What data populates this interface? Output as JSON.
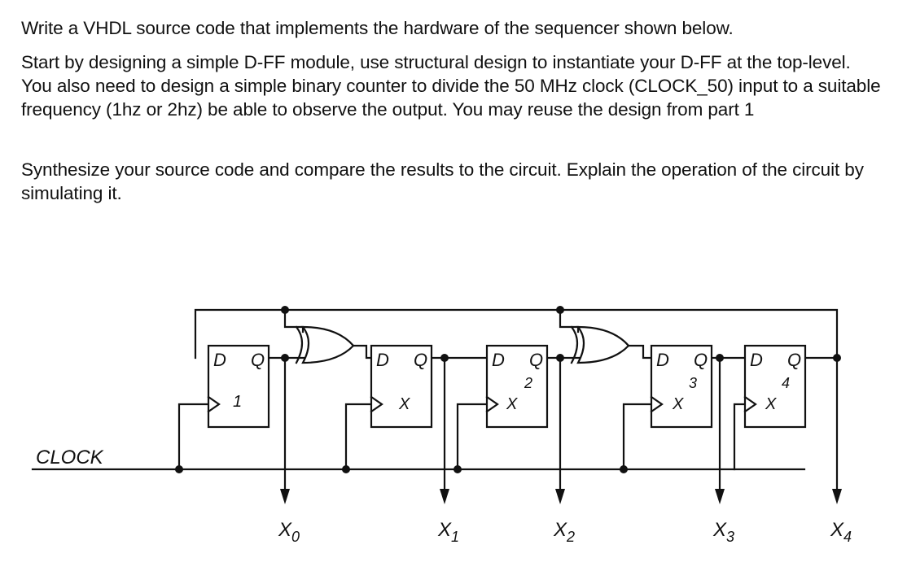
{
  "instructions": {
    "p1": "Write a VHDL source code that implements the hardware of the sequencer shown below.",
    "p2": "Start by designing a simple D-FF module, use structural design to instantiate your D-FF at the top-level. You also need to design a simple binary counter to divide the 50 MHz clock (CLOCK_50) input to a suitable frequency (1hz or 2hz) be able to observe the output. You may reuse the design from part 1",
    "p3": "Synthesize your source code and compare the results to the circuit. Explain the operation of the circuit by simulating it."
  },
  "circuit": {
    "clock_label": "CLOCK",
    "flipflops": [
      {
        "d": "D",
        "q": "Q",
        "label": "1"
      },
      {
        "d": "D",
        "q": "Q",
        "label": "X"
      },
      {
        "d": "D",
        "q": "Q",
        "label": "X",
        "sup": "2"
      },
      {
        "d": "D",
        "q": "Q",
        "label": "X",
        "sup": "3"
      },
      {
        "d": "D",
        "q": "Q",
        "label": "X",
        "sup": "4"
      }
    ],
    "outputs": [
      {
        "main": "X",
        "sub": "0"
      },
      {
        "main": "X",
        "sub": "1"
      },
      {
        "main": "X",
        "sub": "2"
      },
      {
        "main": "X",
        "sub": "3"
      },
      {
        "main": "X",
        "sub": "4"
      }
    ]
  }
}
